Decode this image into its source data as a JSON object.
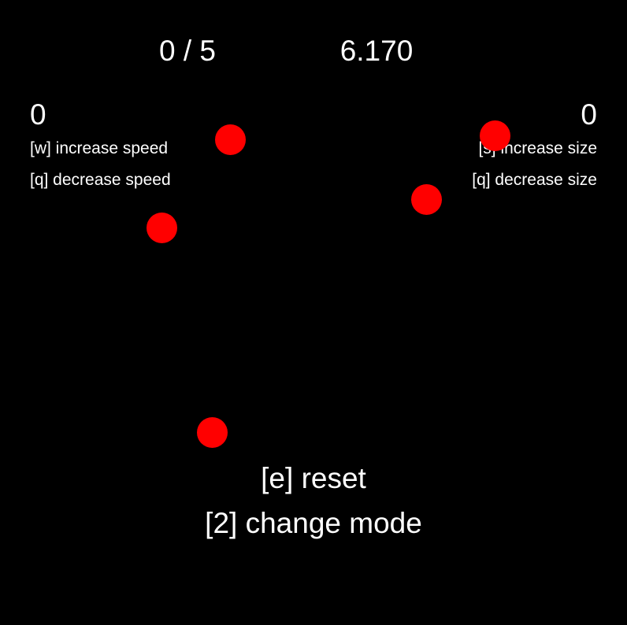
{
  "hud": {
    "score": "0 / 5",
    "timer": "6.170",
    "speed_value": "0",
    "size_value": "0",
    "increase_speed": "[w] increase speed",
    "decrease_speed": "[q] decrease speed",
    "increase_size": "[s] increase size",
    "decrease_size": "[q] decrease size",
    "reset": "[e] reset",
    "change_mode": "[2] change mode"
  },
  "colors": {
    "background": "#000000",
    "text": "#ffffff",
    "target": "#ff0000"
  },
  "target_count": 5
}
